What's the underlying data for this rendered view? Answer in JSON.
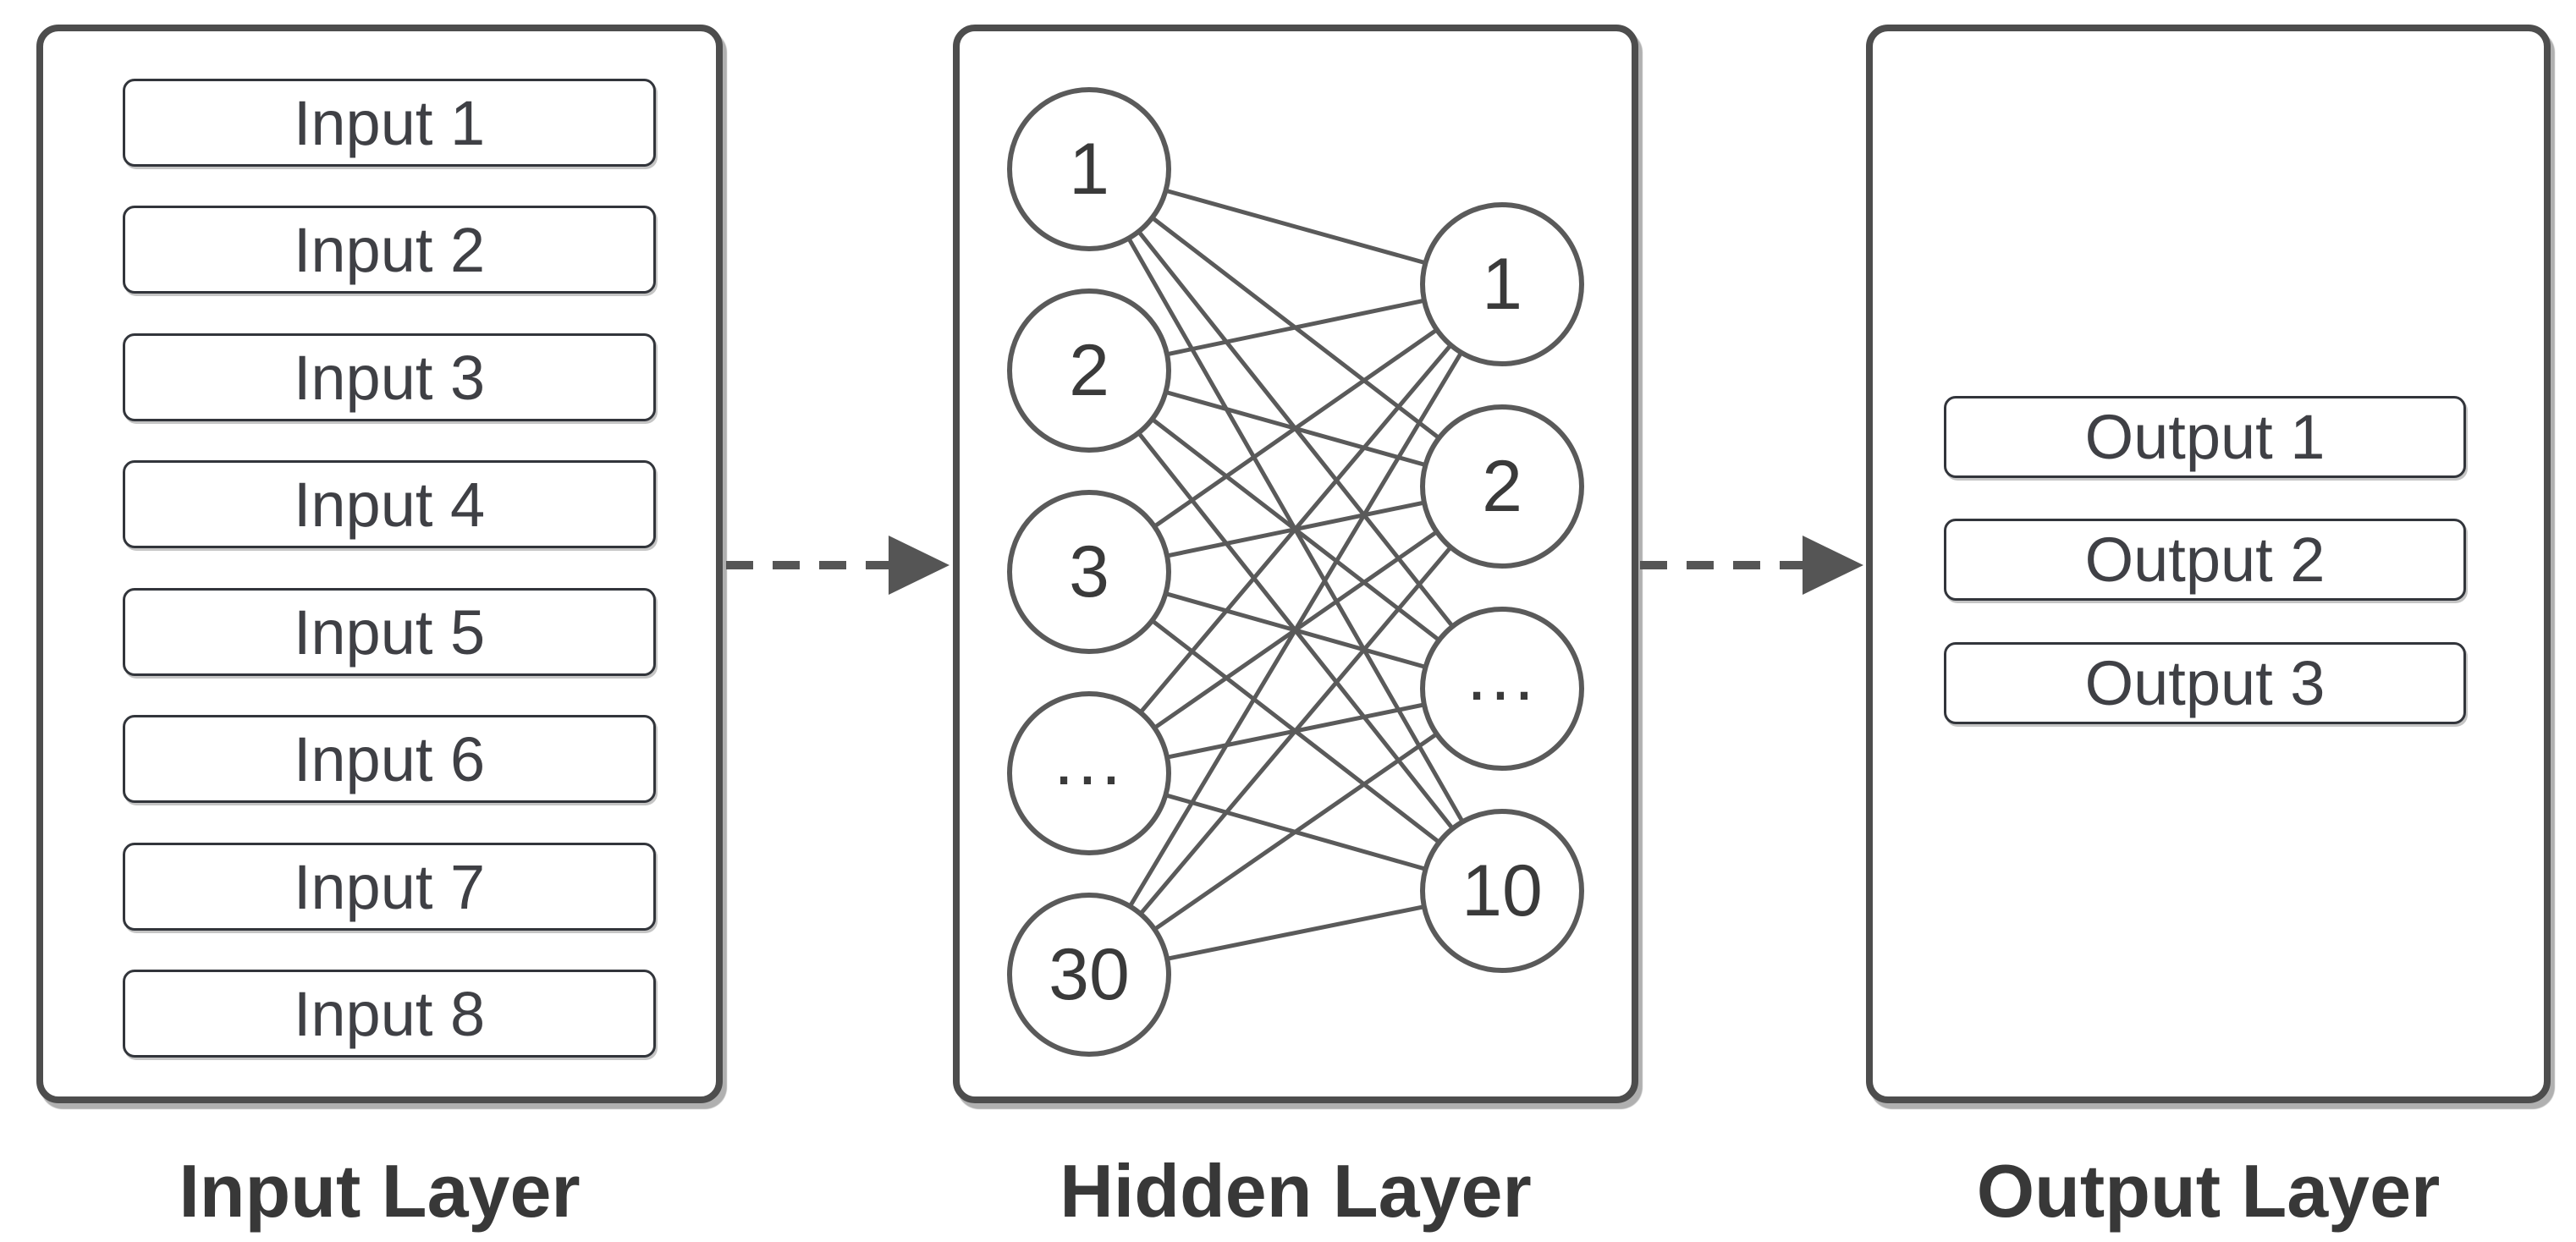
{
  "diagram": {
    "layers": {
      "input": {
        "label": "Input Layer",
        "items": [
          "Input 1",
          "Input 2",
          "Input 3",
          "Input 4",
          "Input 5",
          "Input 6",
          "Input 7",
          "Input 8"
        ]
      },
      "hidden": {
        "label": "Hidden Layer",
        "left_nodes": [
          "1",
          "2",
          "3",
          "...",
          "30"
        ],
        "right_nodes": [
          "1",
          "2",
          "...",
          "10"
        ]
      },
      "output": {
        "label": "Output Layer",
        "items": [
          "Output 1",
          "Output 2",
          "Output 3"
        ]
      }
    },
    "arrows": [
      {
        "from": "Input Layer",
        "to": "Hidden Layer",
        "style": "dashed"
      },
      {
        "from": "Hidden Layer",
        "to": "Output Layer",
        "style": "dashed"
      }
    ],
    "colors": {
      "background": "#ffffff",
      "panel_border": "#4d4d4d",
      "box_border": "#32353b",
      "node_border": "#5a5a5a",
      "connection_line": "#5a5a5a",
      "arrow": "#555555",
      "box_text": "#3f4045",
      "node_text": "#3a3a3a",
      "label_text": "#383838"
    }
  }
}
